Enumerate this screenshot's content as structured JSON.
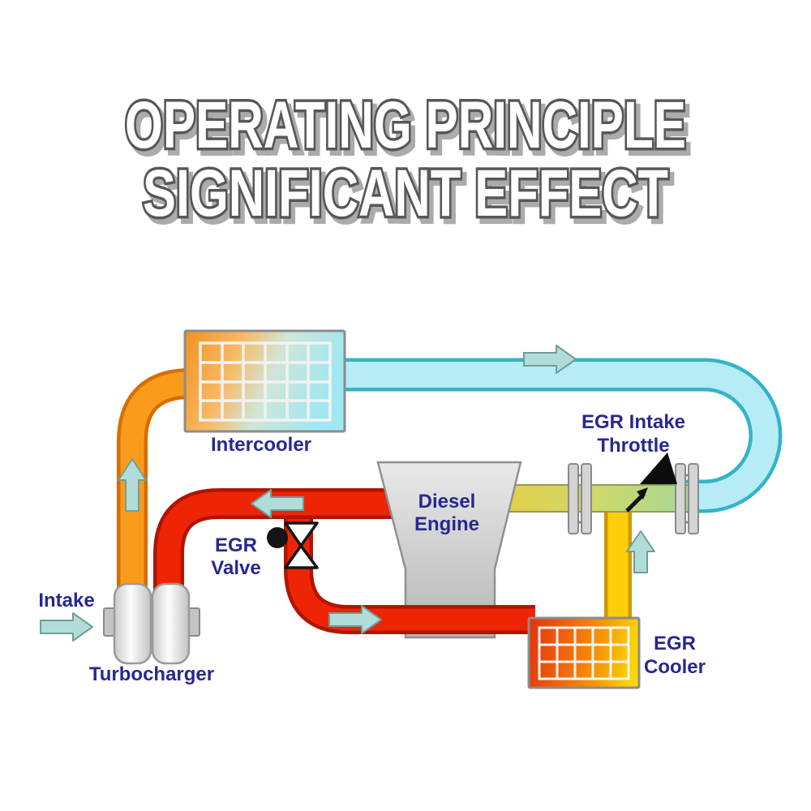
{
  "title": {
    "line1": "OPERATING PRINCIPLE",
    "line2": "SIGNIFICANT EFFECT"
  },
  "diagram": {
    "labels": {
      "intercooler": "Intercooler",
      "egr_intake_throttle": {
        "line1": "EGR Intake",
        "line2": "Throttle"
      },
      "diesel_engine": {
        "line1": "Diesel",
        "line2": "Engine"
      },
      "egr_valve": {
        "line1": "EGR",
        "line2": "Valve"
      },
      "intake": "Intake",
      "turbocharger": "Turbocharger",
      "egr_cooler": {
        "line1": "EGR",
        "line2": "Cooler"
      }
    },
    "colors": {
      "charge_air_pipe_orange": "#f99c1c",
      "cooled_air_pipe_cyan": "#b5ecf5",
      "exhaust_pipe_red": "#ee2505",
      "egr_cooled_pipe_yellow": "#ffce0a",
      "throttle_body_mix": "#cdd96a",
      "label_text": "#28288f",
      "flow_arrow_fill": "#b2dcd8"
    }
  }
}
